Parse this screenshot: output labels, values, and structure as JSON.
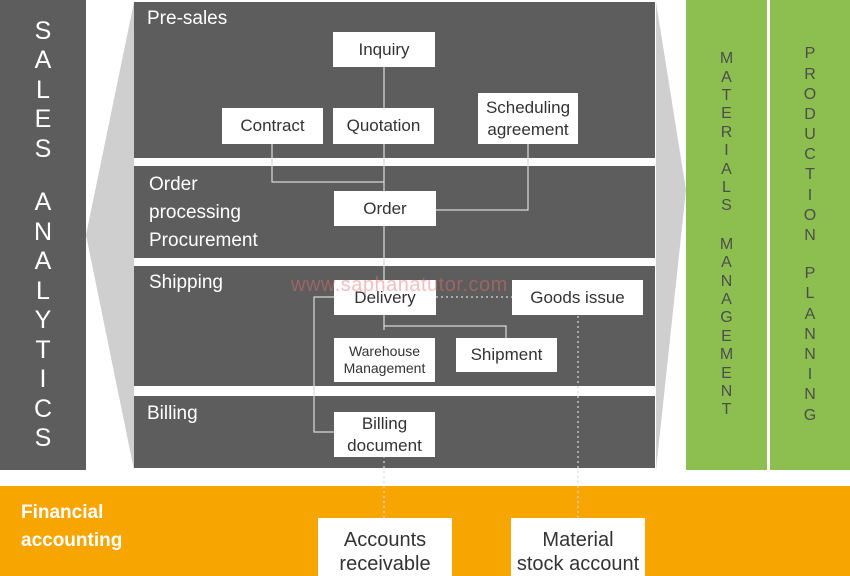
{
  "sales_analytics": "SALES ANALYTICS",
  "materials_management": "MATERIALS MANAGEMENT",
  "production_planning": "PRODUCTION PLANNING",
  "sections": {
    "presales": "Pre-sales",
    "order_line1": "Order",
    "order_line2": "processing",
    "order_line3": "Procurement",
    "shipping": "Shipping",
    "billing": "Billing"
  },
  "boxes": {
    "inquiry": "Inquiry",
    "contract": "Contract",
    "quotation": "Quotation",
    "scheduling_line1": "Scheduling",
    "scheduling_line2": "agreement",
    "order": "Order",
    "delivery": "Delivery",
    "goods_issue": "Goods issue",
    "warehouse_line1": "Warehouse",
    "warehouse_line2": "Management",
    "shipment": "Shipment",
    "billing_line1": "Billing",
    "billing_line2": "document",
    "accounts_line1": "Accounts",
    "accounts_line2": "receivable",
    "material_line1": "Material",
    "material_line2": "stock account"
  },
  "financial": {
    "line1": "Financial",
    "line2": "accounting"
  },
  "watermark": "www.saphanatutor.com",
  "colors": {
    "dark_panel": "#5d5d5d",
    "side_gray": "#cfcfcf",
    "green": "#8cbf4f",
    "orange": "#f7a500"
  }
}
